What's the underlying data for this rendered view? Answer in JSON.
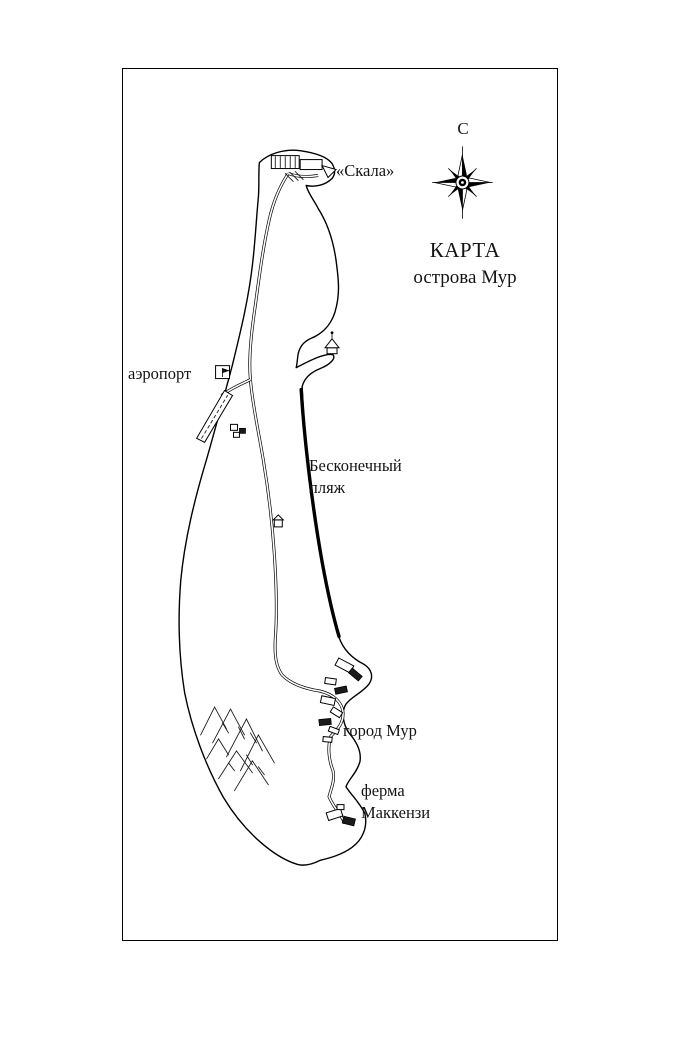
{
  "map": {
    "compass_north": "С",
    "title_line1": "КАРТА",
    "title_line2": "острова Мур",
    "labels": {
      "skala": "«Скала»",
      "airport": "аэропорт",
      "beach_line1": "Бесконечный",
      "beach_line2": "пляж",
      "town": "город Мур",
      "farm_line1": "ферма",
      "farm_line2": "Маккензи"
    },
    "colors": {
      "ink": "#141414",
      "paper": "#ffffff"
    }
  }
}
